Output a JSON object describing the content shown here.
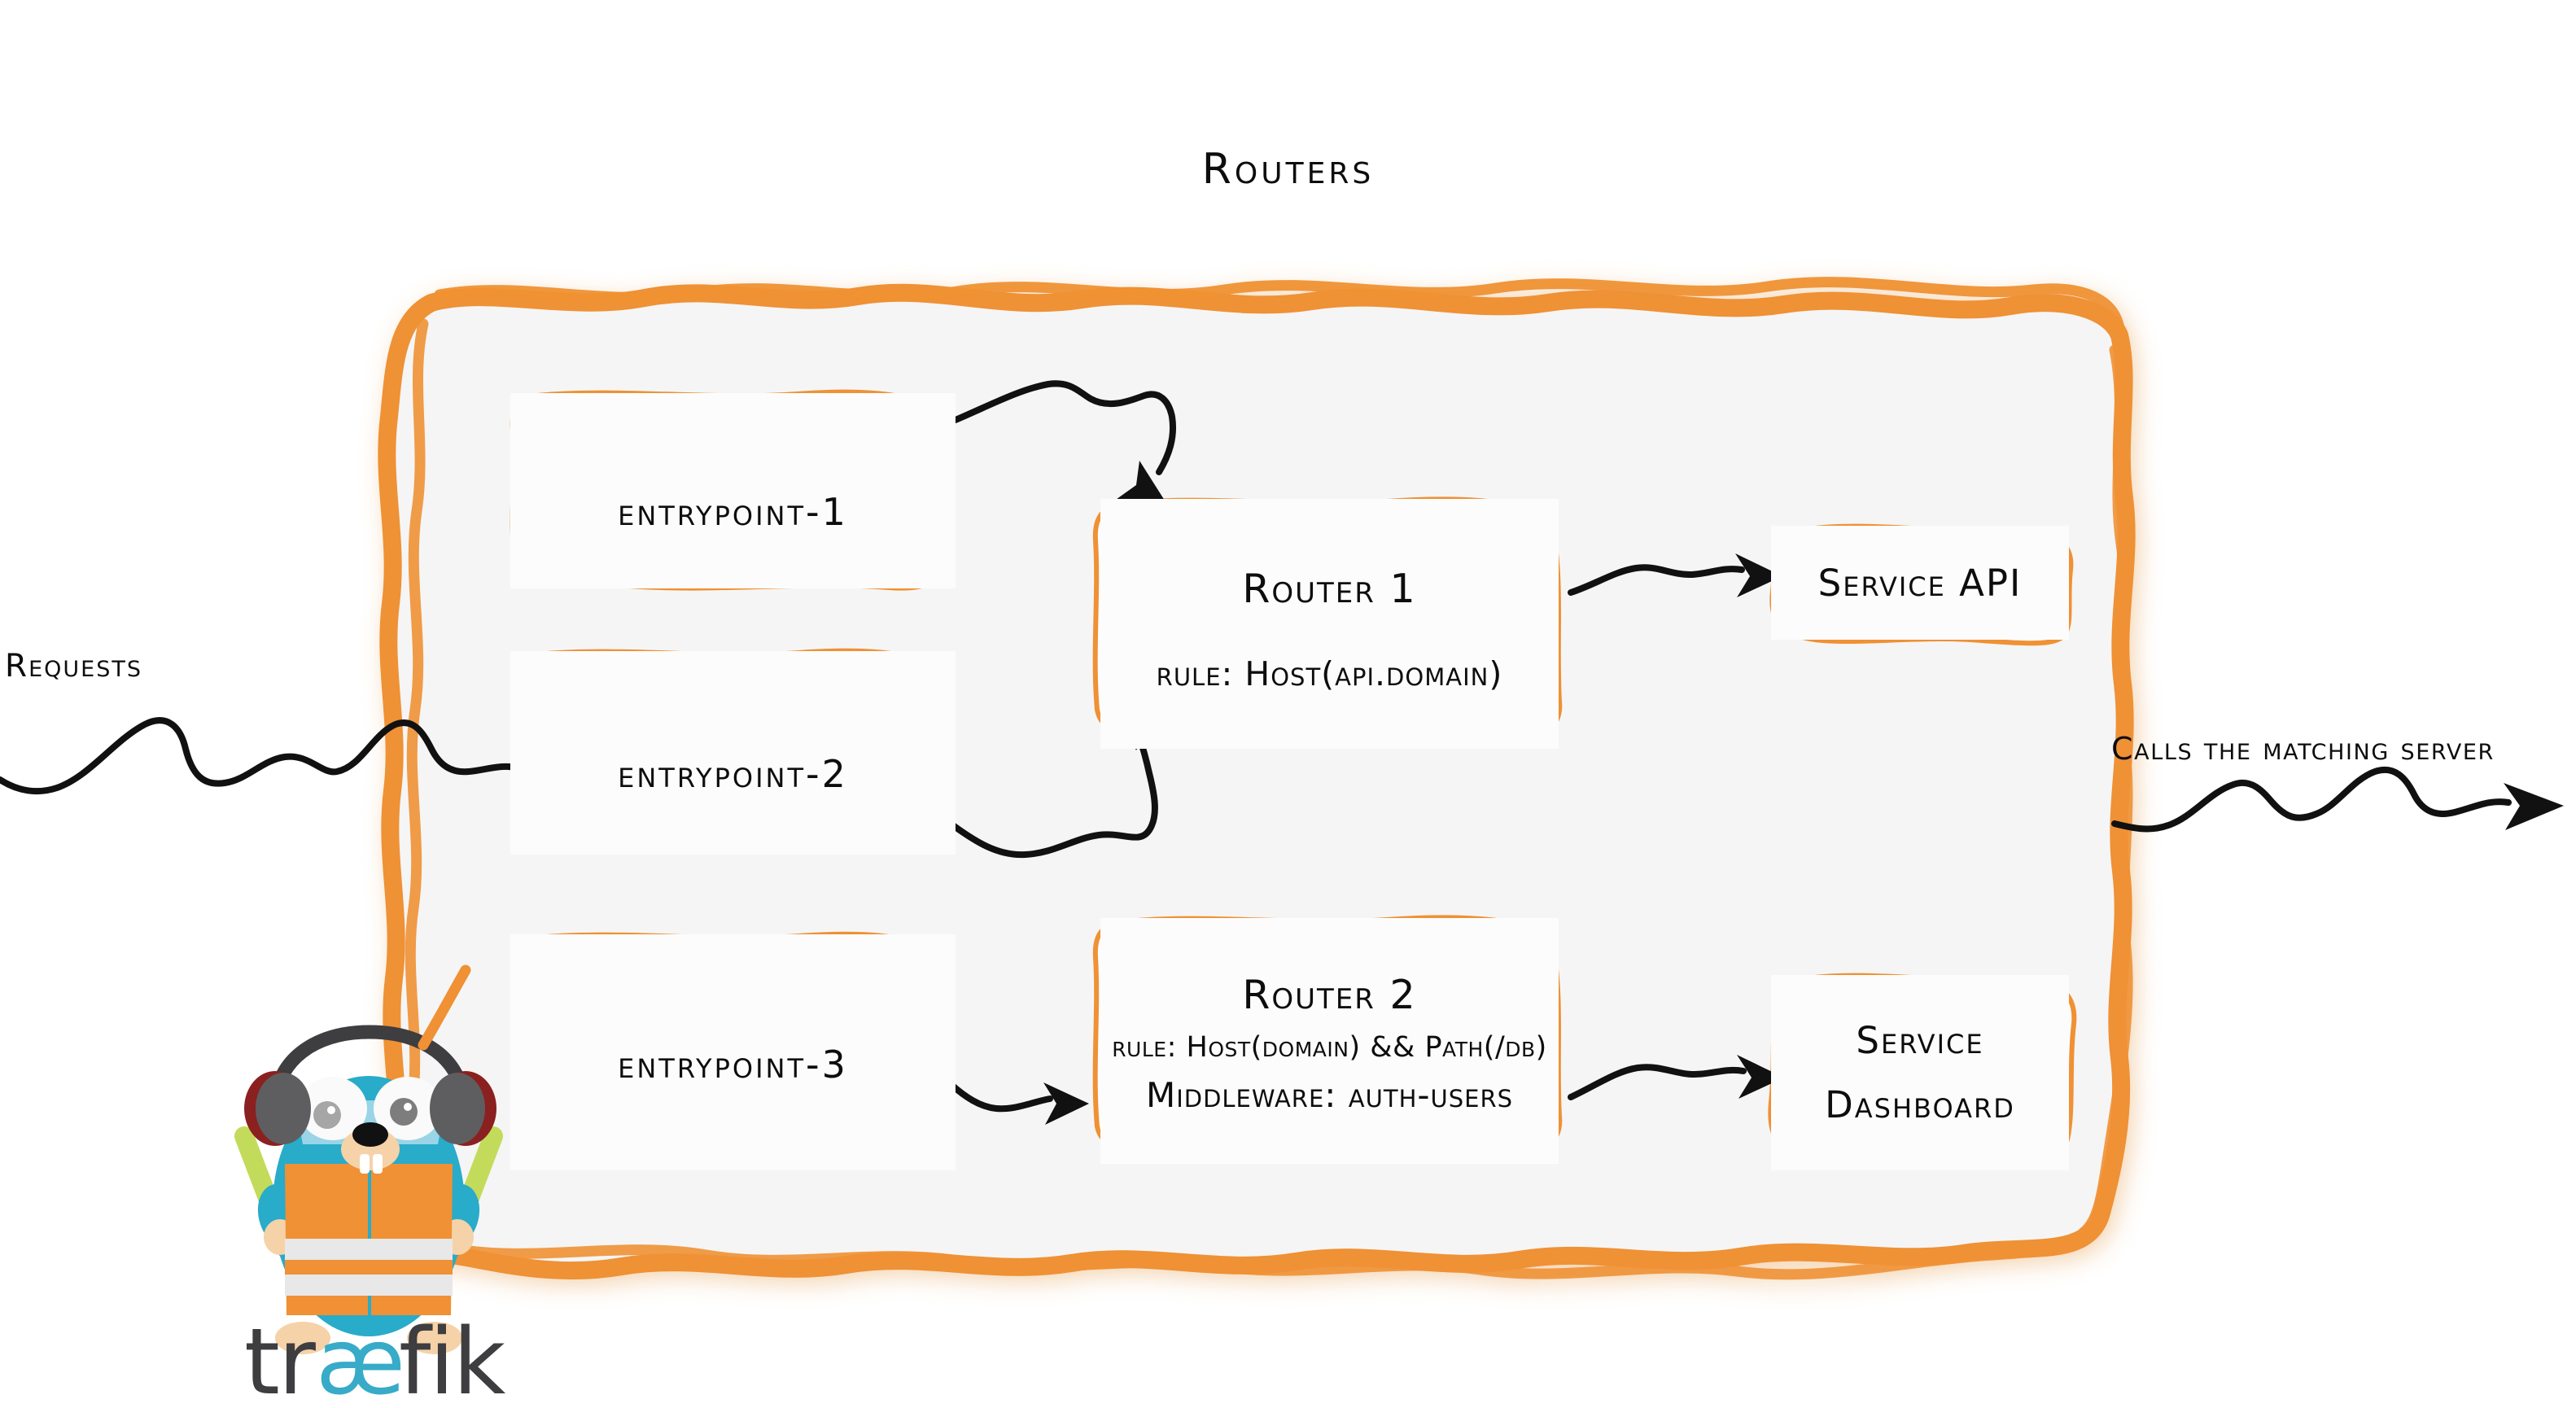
{
  "diagram": {
    "title": "Routers",
    "type": "architecture-flow",
    "theme": {
      "accent": "#EF9134",
      "accent_dark": "#E3860F",
      "panel_fill": "#F5F5F5",
      "node_fill": "#FCFCFC",
      "ink": "#0D0D0D",
      "background": "#FFFFFF",
      "logo_cyan": "#37ABC8",
      "logo_dark": "#3E3D40"
    }
  },
  "labels": {
    "requests": "Requests",
    "calls_matching_server": "Calls the matching server"
  },
  "entrypoints": [
    {
      "id": "entrypoint-1",
      "label": "entrypoint-1"
    },
    {
      "id": "entrypoint-2",
      "label": "entrypoint-2"
    },
    {
      "id": "entrypoint-3",
      "label": "entrypoint-3"
    }
  ],
  "routers": [
    {
      "id": "router-1",
      "title": "Router 1",
      "rule": "rule: Host(api.domain)"
    },
    {
      "id": "router-2",
      "title": "Router 2",
      "rule": "rule: Host(domain) && Path(/db)",
      "middleware": "Middleware: auth-users"
    }
  ],
  "services": [
    {
      "id": "service-api",
      "label": "Service API"
    },
    {
      "id": "service-dashboard",
      "line1": "Service",
      "line2": "Dashboard"
    }
  ],
  "connections": [
    {
      "from": "entrypoint-1",
      "to": "router-1"
    },
    {
      "from": "entrypoint-2",
      "to": "router-1"
    },
    {
      "from": "entrypoint-3",
      "to": "router-2"
    },
    {
      "from": "router-1",
      "to": "service-api"
    },
    {
      "from": "router-2",
      "to": "service-dashboard"
    },
    {
      "from": "requests",
      "to": "routers-panel"
    },
    {
      "from": "routers-panel",
      "to": "calls-matching-server"
    }
  ],
  "logo": {
    "wordmark": "traefik",
    "mascot": "gopher-traffic-marshal"
  }
}
